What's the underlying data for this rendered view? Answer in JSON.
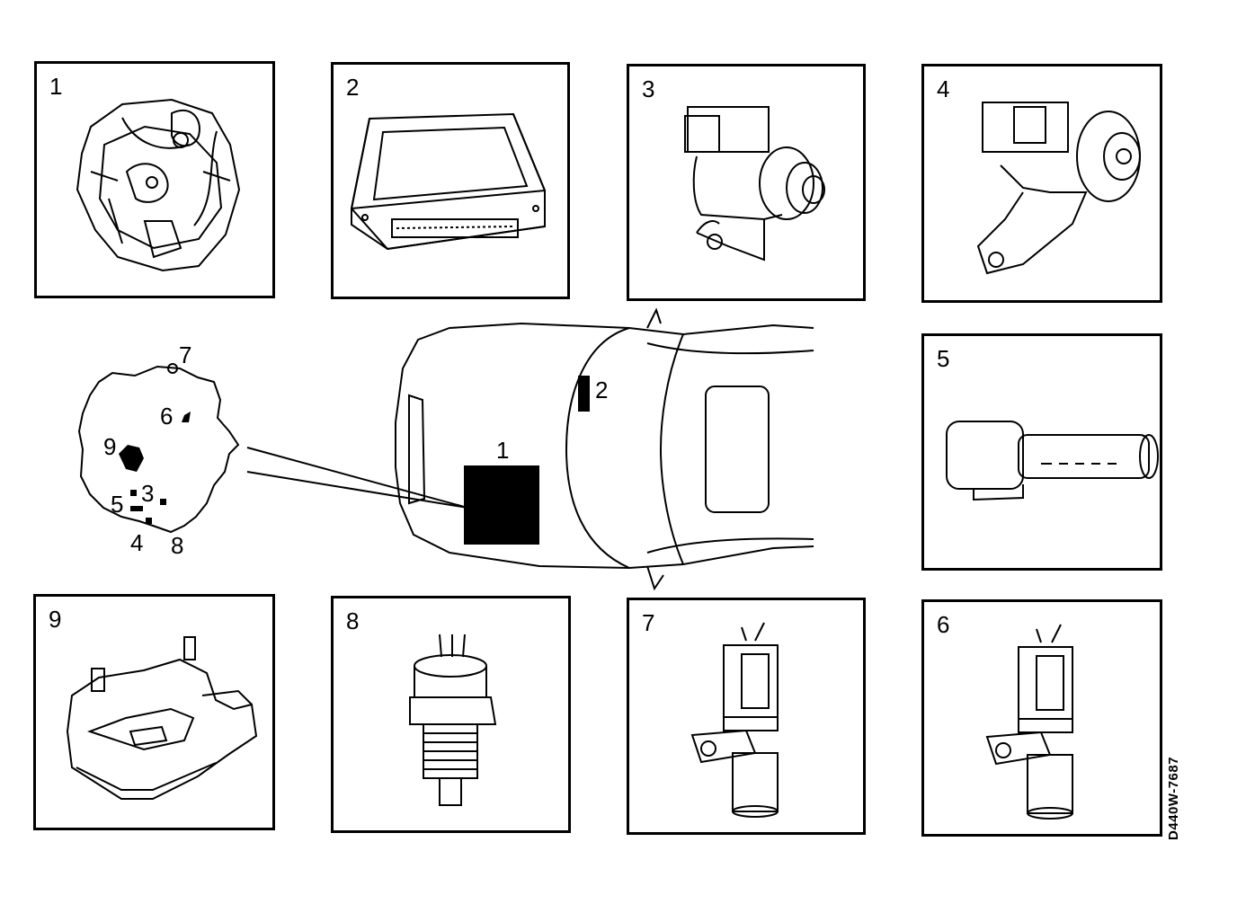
{
  "panels": [
    {
      "id": "1",
      "label": "1",
      "part": "transmission"
    },
    {
      "id": "2",
      "label": "2",
      "part": "control-module"
    },
    {
      "id": "3",
      "label": "3",
      "part": "solenoid-valve"
    },
    {
      "id": "4",
      "label": "4",
      "part": "solenoid-valve-bracket"
    },
    {
      "id": "5",
      "label": "5",
      "part": "solenoid-tube"
    },
    {
      "id": "6",
      "label": "6",
      "part": "speed-sensor"
    },
    {
      "id": "7",
      "label": "7",
      "part": "speed-sensor"
    },
    {
      "id": "8",
      "label": "8",
      "part": "temperature-sensor"
    },
    {
      "id": "9",
      "label": "9",
      "part": "gear-position-sensor"
    }
  ],
  "gearbox_callouts": [
    "7",
    "6",
    "9",
    "3",
    "5",
    "4",
    "8"
  ],
  "car_callouts": [
    "1",
    "2"
  ],
  "figure_code": "D440W-7687"
}
